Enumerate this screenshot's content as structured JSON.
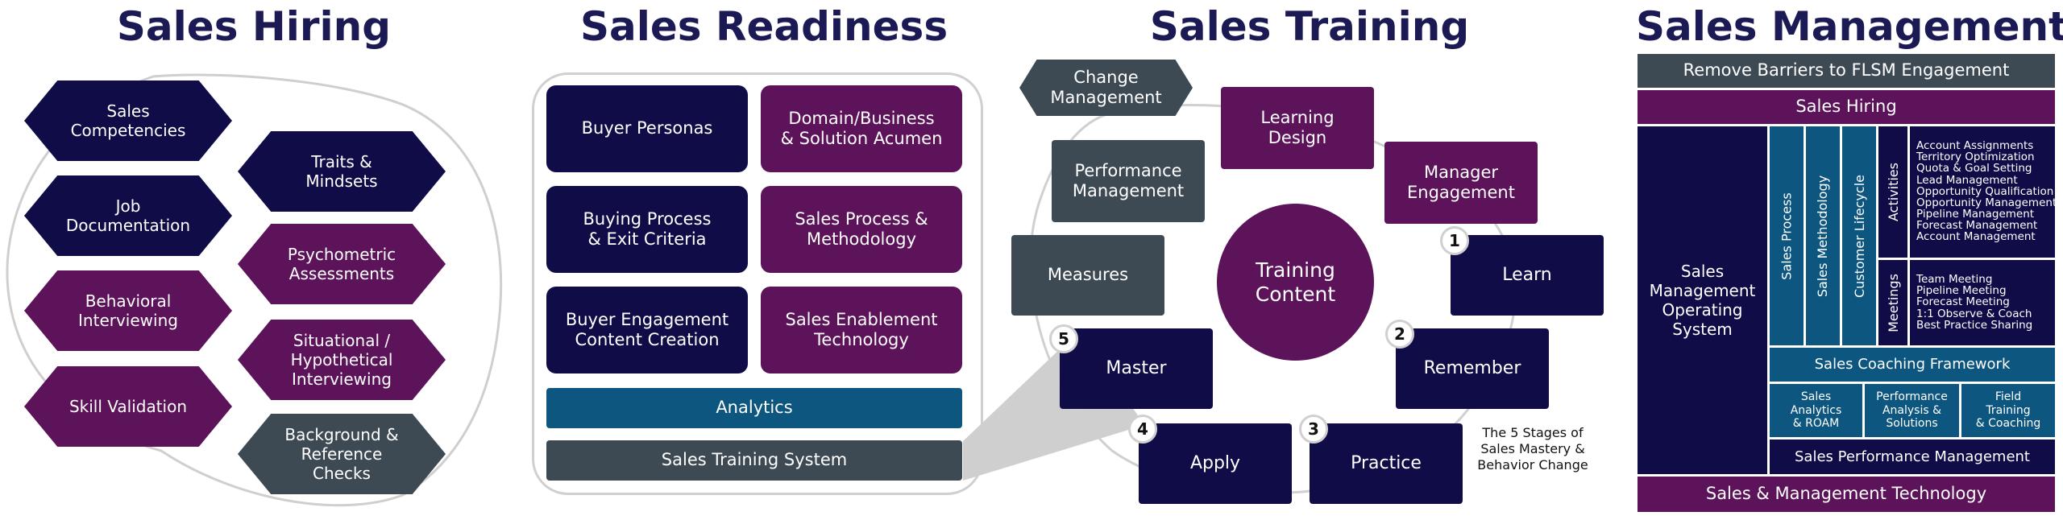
{
  "sales_hiring": {
    "title": "Sales Hiring",
    "items": [
      "Sales\nCompetencies",
      "Traits &\nMindsets",
      "Job\nDocumentation",
      "Psychometric\nAssessments",
      "Behavioral\nInterviewing",
      "Situational /\nHypothetical\nInterviewing",
      "Skill Validation",
      "Background &\nReference Checks"
    ]
  },
  "sales_readiness": {
    "title": "Sales Readiness",
    "tiles": [
      "Buyer Personas",
      "Domain/Business\n& Solution Acumen",
      "Buying Process\n& Exit Criteria",
      "Sales Process &\nMethodology",
      "Buyer Engagement\nContent Creation",
      "Sales Enablement\nTechnology"
    ],
    "analytics": "Analytics",
    "training_system": "Sales Training System"
  },
  "sales_training": {
    "title": "Sales Training",
    "change_management": "Change\nManagement",
    "learning_design": "Learning\nDesign",
    "performance_management": "Performance\nManagement",
    "manager_engagement": "Manager\nEngagement",
    "measures": "Measures",
    "center": "Training\nContent",
    "stages": [
      {
        "num": "1",
        "label": "Learn"
      },
      {
        "num": "2",
        "label": "Remember"
      },
      {
        "num": "3",
        "label": "Practice"
      },
      {
        "num": "4",
        "label": "Apply"
      },
      {
        "num": "5",
        "label": "Master"
      }
    ],
    "caption": "The 5 Stages of\nSales Mastery &\nBehavior Change"
  },
  "sales_management": {
    "title": "Sales Management",
    "remove_barriers": "Remove Barriers to FLSM Engagement",
    "sales_hiring": "Sales Hiring",
    "operating_system": "Sales\nManagement\nOperating\nSystem",
    "sales_process": "Sales Process",
    "sales_methodology": "Sales Methodology",
    "customer_lifecycle": "Customer Lifecycle",
    "activities_label": "Activities",
    "activities": [
      "Account Assignments",
      "Territory Optimization",
      "Quota & Goal Setting",
      "Lead Management",
      "Opportunity Qualification",
      "Opportunity Management",
      "Pipeline Management",
      "Forecast Management",
      "Account Management"
    ],
    "meetings_label": "Meetings",
    "meetings": [
      "Team Meeting",
      "Pipeline Meeting",
      "Forecast Meeting",
      "1:1 Observe & Coach",
      "Best Practice Sharing"
    ],
    "coaching_framework": "Sales Coaching Framework",
    "analytics_roam": "Sales\nAnalytics\n& ROAM",
    "performance_analysis": "Performance\nAnalysis &\nSolutions",
    "field_training": "Field\nTraining\n& Coaching",
    "performance_management": "Sales Performance Management",
    "technology": "Sales & Management Technology"
  },
  "colors": {
    "navy": "#0f0c47",
    "purple": "#5c135a",
    "slate": "#3e4a53",
    "blue": "#0c567f",
    "title": "#1c1a55"
  }
}
